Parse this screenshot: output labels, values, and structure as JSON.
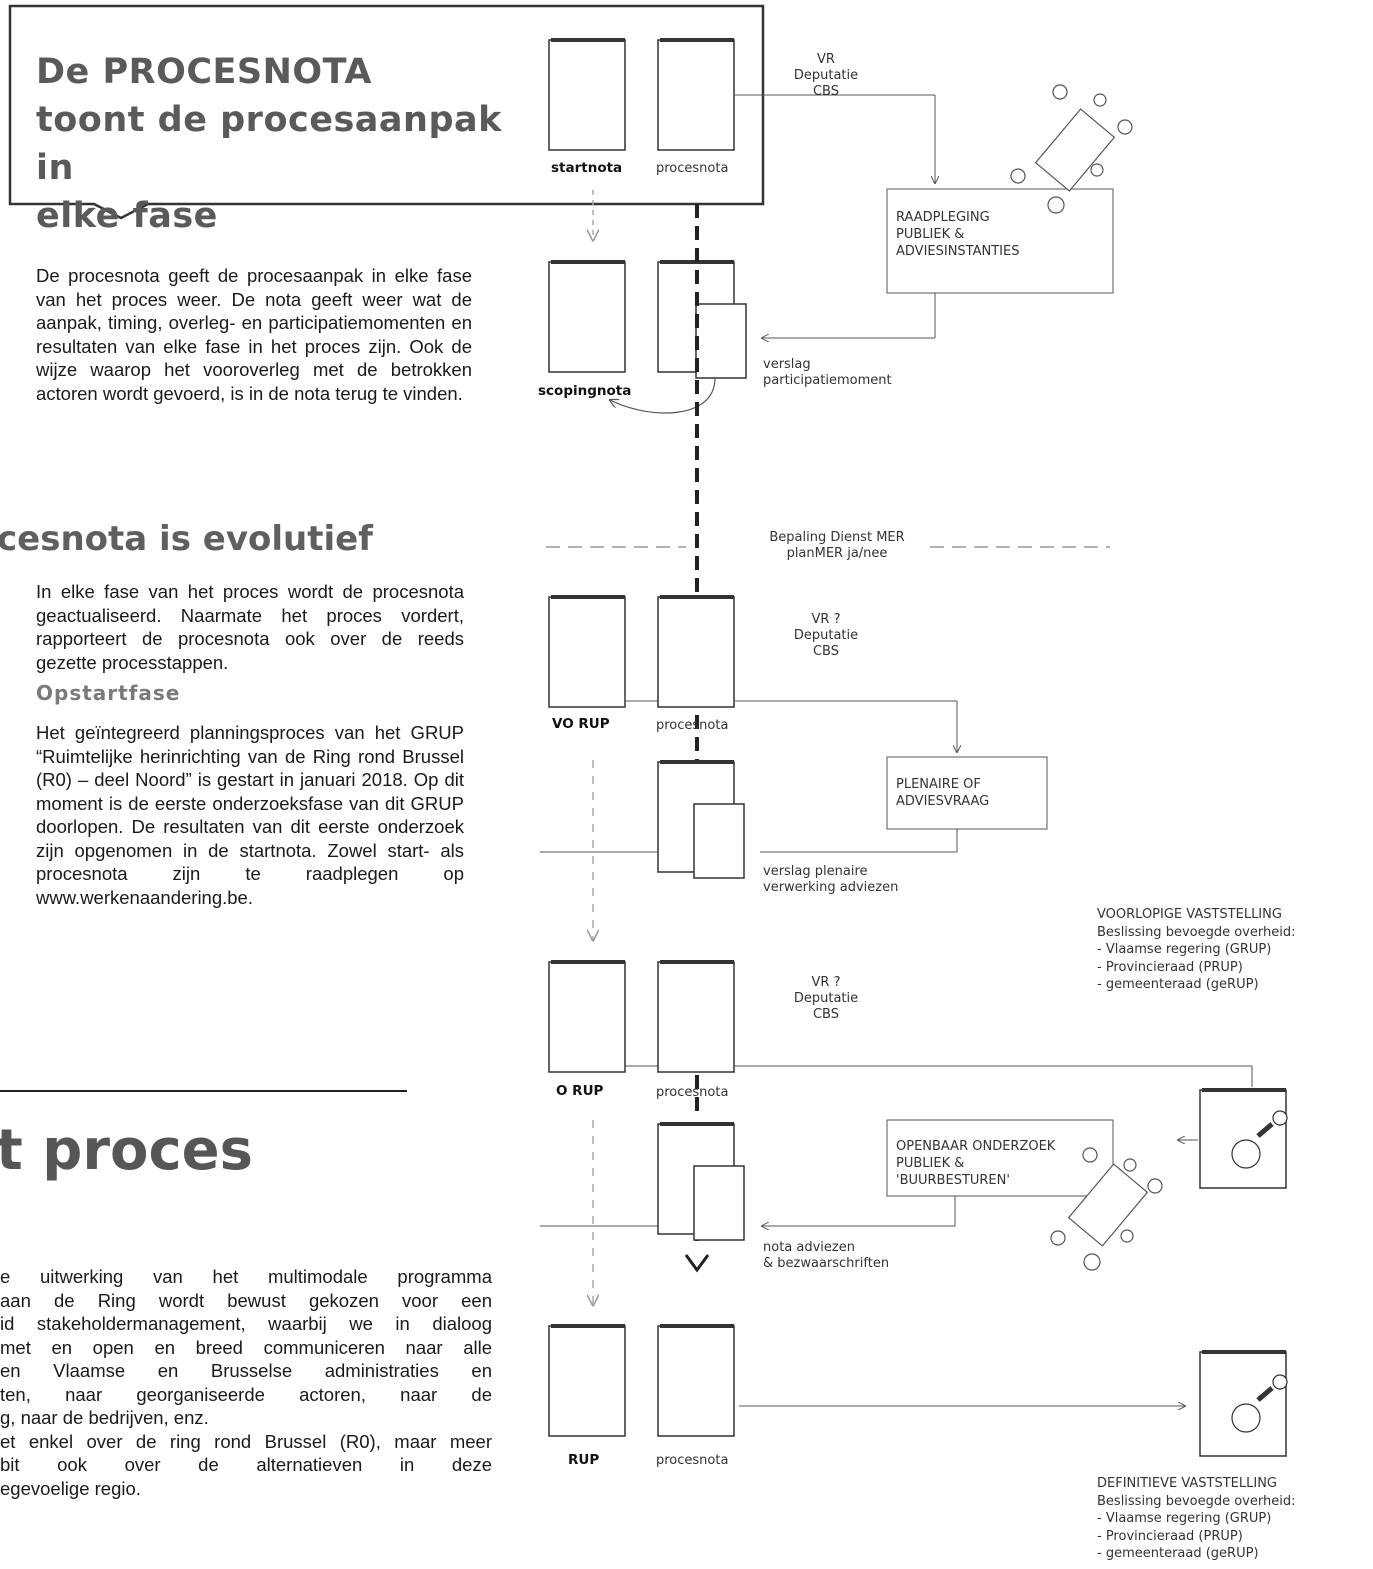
{
  "callout": {
    "line1": "De PROCESNOTA",
    "line2": "toont de procesaanpak in",
    "line3": "elke fase"
  },
  "intro_paragraph": "De procesnota geeft de procesaanpak in elke fase van het proces weer. De nota geeft weer wat de aanpak, timing, overleg- en participatiemomenten en resultaten van elke fase in het proces zijn. Ook de wijze waarop het vooroverleg met de betrokken actoren wordt gevoerd, is in de nota terug te vinden.",
  "section1": {
    "heading": "cesnota is evolutief",
    "paragraph": "In elke fase van het proces wordt de procesnota geactualiseerd. Naarmate het proces vordert, rapporteert de procesnota ook over de reeds gezette processtappen.",
    "subheading": "Opstartfase",
    "paragraph2": "Het geïntegreerd planningsproces van het GRUP “Ruimtelijke herinrichting van de Ring rond Brussel (R0) – deel Noord” is gestart in januari 2018. Op dit moment is de eerste onderzoeksfase van dit GRUP doorlopen. De resultaten van dit eerste onderzoek zijn opgenomen in de startnota. Zowel start- als procesnota zijn te raadplegen op www.werkenaandering.be."
  },
  "section2": {
    "heading": "t proces",
    "para_lines": [
      "e uitwerking van het multimodale programma",
      " aan de Ring wordt bewust gekozen voor een",
      "id stakeholdermanagement, waarbij we in dialoog",
      "met en open en breed communiceren naar alle",
      "en Vlaamse en Brusselse administraties en",
      "ten, naar georganiseerde actoren, naar de",
      "g, naar de bedrijven, enz.",
      "et enkel over de ring rond Brussel (R0), maar meer",
      "bit ook over de alternatieven in deze",
      "egevoelige regio."
    ]
  },
  "diagram": {
    "docs": {
      "startnota": "startnota",
      "procesnota": "procesnota",
      "scopingnota": "scopingnota",
      "vo_rup": "VO RUP",
      "o_rup": "O RUP",
      "rup": "RUP"
    },
    "decision_top": [
      "VR",
      "Deputatie",
      "CBS"
    ],
    "decision_vo": [
      "VR ?",
      "Deputatie",
      "CBS"
    ],
    "decision_o": [
      "VR ?",
      "Deputatie",
      "CBS"
    ],
    "box_raadpleging": [
      "RAADPLEGING",
      "PUBLIEK &",
      "ADVIESINSTANTIES"
    ],
    "verslag_participatie": [
      "verslag",
      "participatiemoment"
    ],
    "bepaling": [
      "Bepaling Dienst MER",
      "planMER ja/nee"
    ],
    "box_plenaire": [
      "PLENAIRE OF",
      "ADVIESVRAAG"
    ],
    "verslag_plenaire": [
      "verslag plenaire",
      "verwerking adviezen"
    ],
    "voorlopige": [
      "VOORLOPIGE VASTSTELLING",
      "Beslissing bevoegde overheid:",
      "- Vlaamse regering (GRUP)",
      "- Provincieraad (PRUP)",
      "- gemeenteraad (geRUP)"
    ],
    "box_openbaar": [
      "OPENBAAR ONDERZOEK",
      "PUBLIEK &",
      "'BUURBESTUREN'"
    ],
    "nota_adviezen": [
      "nota adviezen",
      "& bezwaarschriften"
    ],
    "definitieve": [
      "DEFINITIEVE VASTSTELLING",
      "Beslissing bevoegde overheid:",
      "- Vlaamse regering (GRUP)",
      "- Provincieraad (PRUP)",
      "- gemeenteraad (geRUP)"
    ]
  }
}
